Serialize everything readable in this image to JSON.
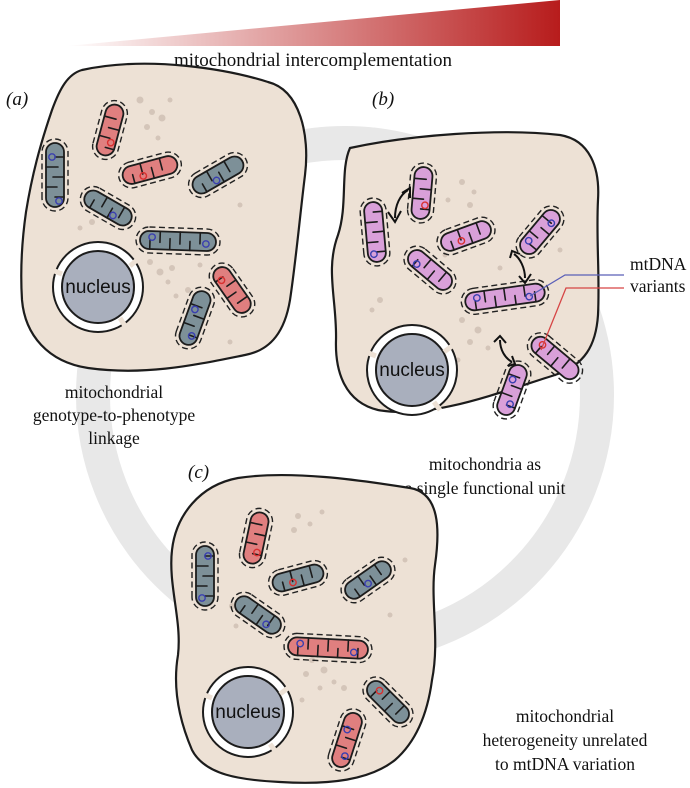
{
  "header": {
    "title": "mitochondrial intercomplementation",
    "gradient_start": "#ffffff",
    "gradient_end": "#b71c1c"
  },
  "panels": {
    "a": {
      "label": "(a)",
      "caption_lines": [
        "mitochondrial",
        "genotype-to-phenotype",
        "linkage"
      ],
      "nucleus": "nucleus"
    },
    "b": {
      "label": "(b)",
      "caption_lines": [
        "mitochondria as",
        "a single functional unit"
      ],
      "nucleus": "nucleus"
    },
    "c": {
      "label": "(c)",
      "caption_lines": [
        "mitochondrial",
        "heterogeneity unrelated",
        "to mtDNA variation"
      ],
      "nucleus": "nucleus"
    }
  },
  "annotation": {
    "lines": [
      "mtDNA",
      "variants"
    ],
    "color_blue": "#5a5fb8",
    "color_red": "#d64545"
  },
  "colors": {
    "cell_fill": "#ede1d5",
    "ring": "#e9e9e9",
    "mito_red": "#e07f7f",
    "mito_gray": "#7d9098",
    "mito_pink": "#d9a0d9",
    "nucleus_fill": "#a9afbd",
    "dna_blue": "#3a3fb0",
    "dna_red": "#d93030"
  }
}
